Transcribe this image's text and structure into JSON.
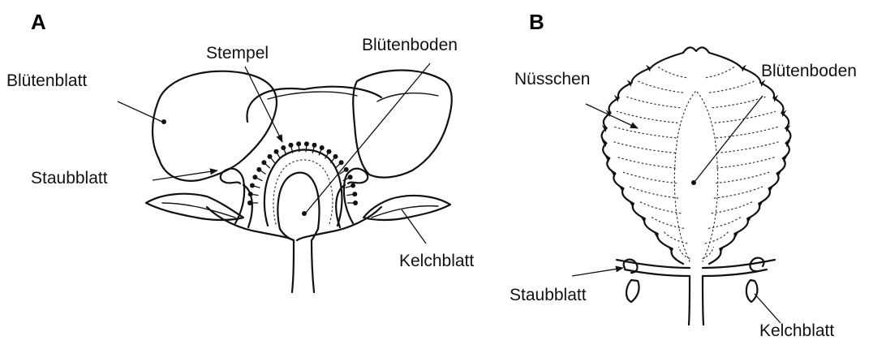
{
  "panels": {
    "a": {
      "letter": "A",
      "labels": {
        "petal": "Blütenblatt",
        "pistil": "Stempel",
        "receptacle": "Blütenboden",
        "stamen": "Staubblatt",
        "sepal": "Kelchblatt"
      }
    },
    "b": {
      "letter": "B",
      "labels": {
        "achene": "Nüsschen",
        "receptacle": "Blütenboden",
        "stamen": "Staubblatt",
        "sepal": "Kelchblatt"
      }
    }
  }
}
